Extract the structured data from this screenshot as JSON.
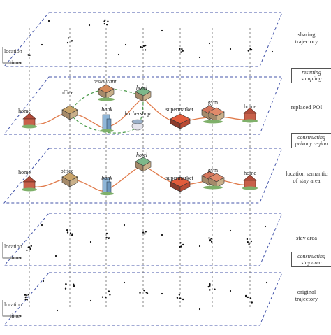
{
  "layers": [
    {
      "id": "sharing",
      "label": "sharing\ntrajectory"
    },
    {
      "id": "replaced",
      "label": "replaced POI"
    },
    {
      "id": "semantic",
      "label": "location semantic\nof stay area"
    },
    {
      "id": "stay",
      "label": "stay area"
    },
    {
      "id": "original",
      "label": "original\ntrajectory"
    }
  ],
  "steps": [
    {
      "id": "resetting",
      "label": "resetting\nsampling"
    },
    {
      "id": "constructing-privacy",
      "label": "constructing\nprivacy region"
    },
    {
      "id": "constructing-stay",
      "label": "constructing\nstay area"
    }
  ],
  "axes": {
    "location": "location",
    "time": "time"
  },
  "replaced_pois": [
    "home",
    "office",
    "restaurant",
    "bank",
    "hotel",
    "barbershop",
    "supermarket",
    "gym",
    "home"
  ],
  "semantic_pois": [
    "home",
    "office",
    "bank",
    "hotel",
    "supermarket",
    "gym",
    "home"
  ],
  "colors": {
    "dashed": "#4455aa",
    "route": "#e07a4a",
    "alt": "#4a9a4a",
    "edge": "#8899cc"
  }
}
